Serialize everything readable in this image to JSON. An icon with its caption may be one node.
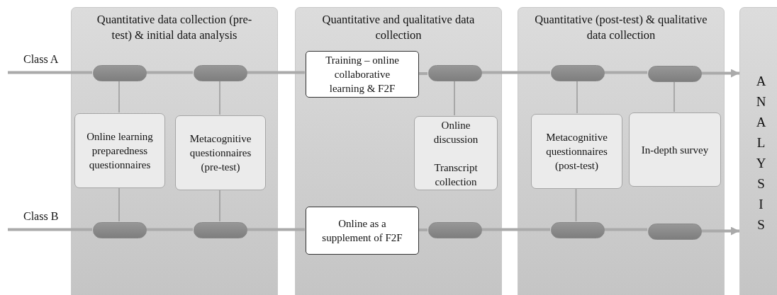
{
  "diagram": {
    "nodes": [
      {
        "text": [
          "Quantitative data collection (pre-test) & initial data analysis"
        ]
      },
      {
        "text": [
          "Quantitative and qualitative data collection"
        ]
      },
      {
        "text": [
          "Quantitative (post-test) & qualitative data collection"
        ]
      },
      {
        "text": [
          "ANALYSIS"
        ]
      },
      {
        "text": [],
        "shape": "capsule",
        "in": 0
      },
      {
        "text": [],
        "shape": "capsule",
        "in": 0
      },
      {
        "text": [
          "Training – online collaborative learning & F2F"
        ],
        "in": 1
      },
      {
        "text": [],
        "shape": "capsule",
        "in": 1
      },
      {
        "text": [],
        "shape": "capsule",
        "in": 2
      },
      {
        "text": [],
        "shape": "capsule",
        "in": 2
      },
      {
        "text": [
          "Online learning preparedness questionnaires"
        ],
        "in": 0
      },
      {
        "text": [
          "Metacognitive questionnaires (pre-test)"
        ],
        "in": 0
      },
      {
        "text": [
          "Online discussion",
          "Transcript collection"
        ],
        "in": 1
      },
      {
        "text": [
          "Metacognitive questionnaires (post-test)"
        ],
        "in": 2
      },
      {
        "text": [
          "In-depth survey"
        ],
        "in": 2
      },
      {
        "text": [],
        "shape": "capsule",
        "in": 0
      },
      {
        "text": [],
        "shape": "capsule",
        "in": 0
      },
      {
        "text": [
          "Online as a supplement of F2F"
        ],
        "in": 1
      },
      {
        "text": [],
        "shape": "capsule",
        "in": 1
      },
      {
        "text": [],
        "shape": "capsule",
        "in": 2
      },
      {
        "text": [],
        "shape": "capsule",
        "in": 2
      }
    ],
    "edges": [
      {
        "from": null,
        "to": 4,
        "arrow": "none"
      },
      {
        "from": 4,
        "to": 5,
        "arrow": "none"
      },
      {
        "from": 5,
        "to": 6,
        "arrow": "none"
      },
      {
        "from": 6,
        "to": 7,
        "arrow": "none"
      },
      {
        "from": 7,
        "to": 8,
        "arrow": "none"
      },
      {
        "from": 8,
        "to": 9,
        "arrow": "none"
      },
      {
        "from": 9,
        "to": 3,
        "arrow": "to"
      },
      {
        "from": 4,
        "to": 10,
        "arrow": "none"
      },
      {
        "from": 5,
        "to": 11,
        "arrow": "none"
      },
      {
        "from": 7,
        "to": 12,
        "arrow": "none"
      },
      {
        "from": 8,
        "to": 13,
        "arrow": "none"
      },
      {
        "from": 9,
        "to": 14,
        "arrow": "none"
      },
      {
        "from": 10,
        "to": 15,
        "arrow": "none"
      },
      {
        "from": 11,
        "to": 16,
        "arrow": "none"
      },
      {
        "from": 13,
        "to": 19,
        "arrow": "none"
      },
      {
        "from": null,
        "to": 15,
        "arrow": "none"
      },
      {
        "from": 15,
        "to": 16,
        "arrow": "none"
      },
      {
        "from": 16,
        "to": 17,
        "arrow": "none"
      },
      {
        "from": 17,
        "to": 18,
        "arrow": "none"
      },
      {
        "from": 18,
        "to": 19,
        "arrow": "none"
      },
      {
        "from": 19,
        "to": 20,
        "arrow": "none"
      },
      {
        "from": 20,
        "to": 3,
        "arrow": "to"
      }
    ],
    "labels": [
      "Class A",
      "Class B"
    ]
  }
}
